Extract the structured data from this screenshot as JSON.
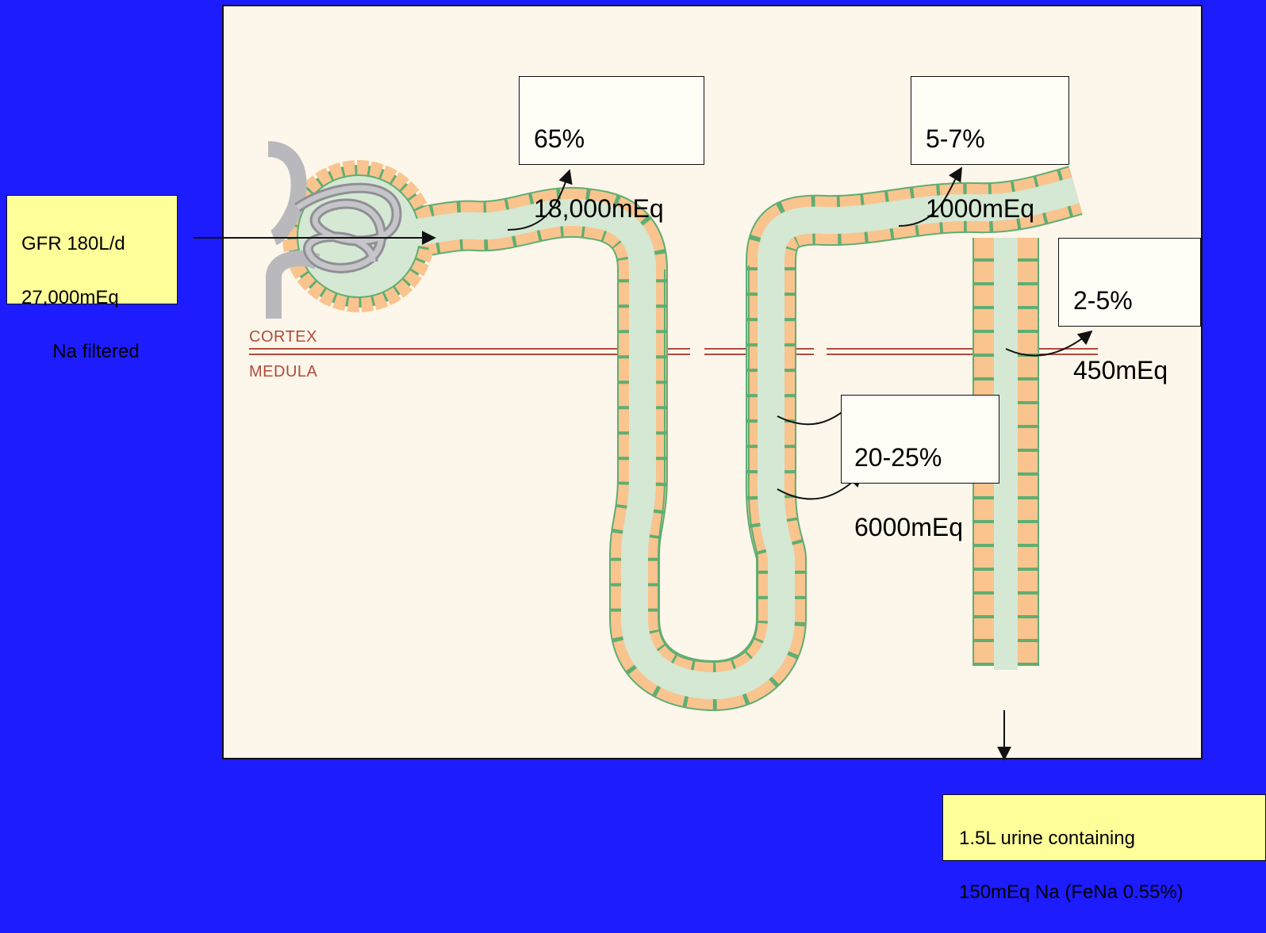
{
  "zones": {
    "cortex": "CORTEX",
    "medula": "MEDULA"
  },
  "filtration": {
    "line1": "GFR 180L/d",
    "line2": "27,000mEq",
    "line3": "Na filtered"
  },
  "proximal_tubule": {
    "percent": "65%",
    "amount": "18,000mEq"
  },
  "loop_of_henle": {
    "percent": "20-25%",
    "amount": "6000mEq"
  },
  "distal_tubule": {
    "percent": "5-7%",
    "amount": "1000mEq"
  },
  "collecting_duct": {
    "percent": "2-5%",
    "amount": "450mEq"
  },
  "urine": {
    "line1": "1.5L urine containing",
    "line2": "150mEq Na (FeNa 0.55%)"
  },
  "colors": {
    "background": "#1c1cff",
    "panel": "#fdf6ea",
    "lumen": "#d4e8d4",
    "cells": "#f9c48e",
    "cell_border": "#5fae72",
    "vessel": "#b9b9bd",
    "boundary": "#b24a3c",
    "callout_yellow": "#ffff99"
  }
}
